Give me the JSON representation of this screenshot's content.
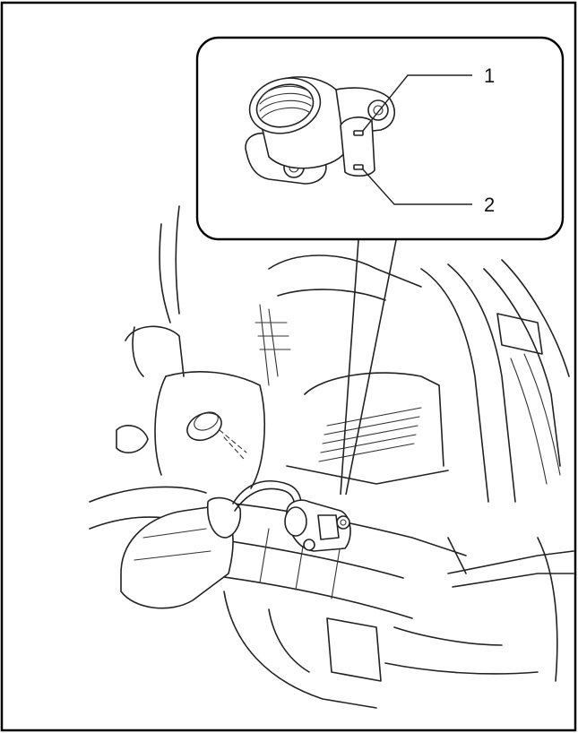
{
  "callouts": [
    {
      "number": "1",
      "part": "upper-port"
    },
    {
      "number": "2",
      "part": "lower-port"
    }
  ],
  "colors": {
    "line": "#222222",
    "background": "#ffffff",
    "frame": "#000000"
  }
}
